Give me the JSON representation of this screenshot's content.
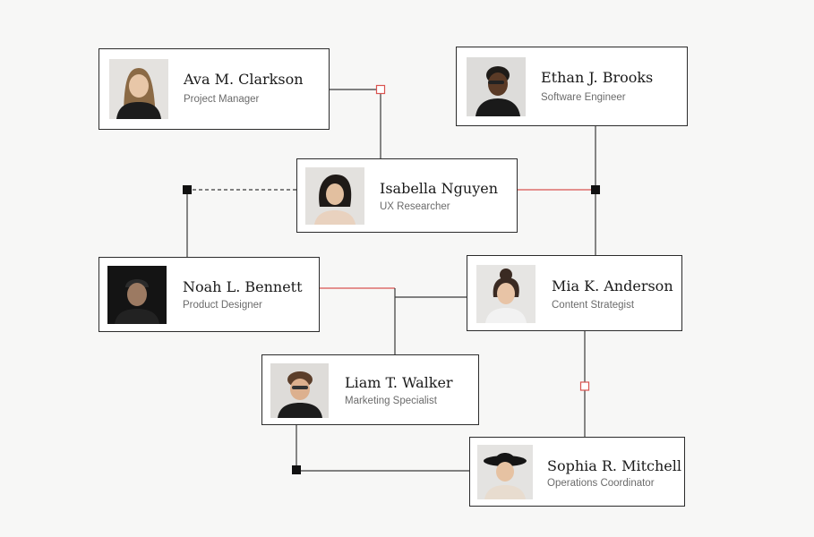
{
  "diagram": {
    "line_color": "#3a3a3a",
    "accent_color": "#d9534f",
    "people": [
      {
        "name": "Ava M. Clarkson",
        "role": "Project Manager",
        "avatar_icon": "woman-long-hair-photo"
      },
      {
        "name": "Ethan J. Brooks",
        "role": "Software Engineer",
        "avatar_icon": "man-glasses-profile-photo"
      },
      {
        "name": "Isabella Nguyen",
        "role": "UX Researcher",
        "avatar_icon": "woman-bob-hair-profile-photo"
      },
      {
        "name": "Noah L. Bennett",
        "role": "Product Designer",
        "avatar_icon": "man-beanie-photo"
      },
      {
        "name": "Mia K. Anderson",
        "role": "Content Strategist",
        "avatar_icon": "woman-hair-bun-photo"
      },
      {
        "name": "Liam T. Walker",
        "role": "Marketing Specialist",
        "avatar_icon": "man-curly-hair-glasses-photo"
      },
      {
        "name": "Sophia R. Mitchell",
        "role": "Operations Coordinator",
        "avatar_icon": "woman-wide-hat-photo"
      }
    ]
  }
}
